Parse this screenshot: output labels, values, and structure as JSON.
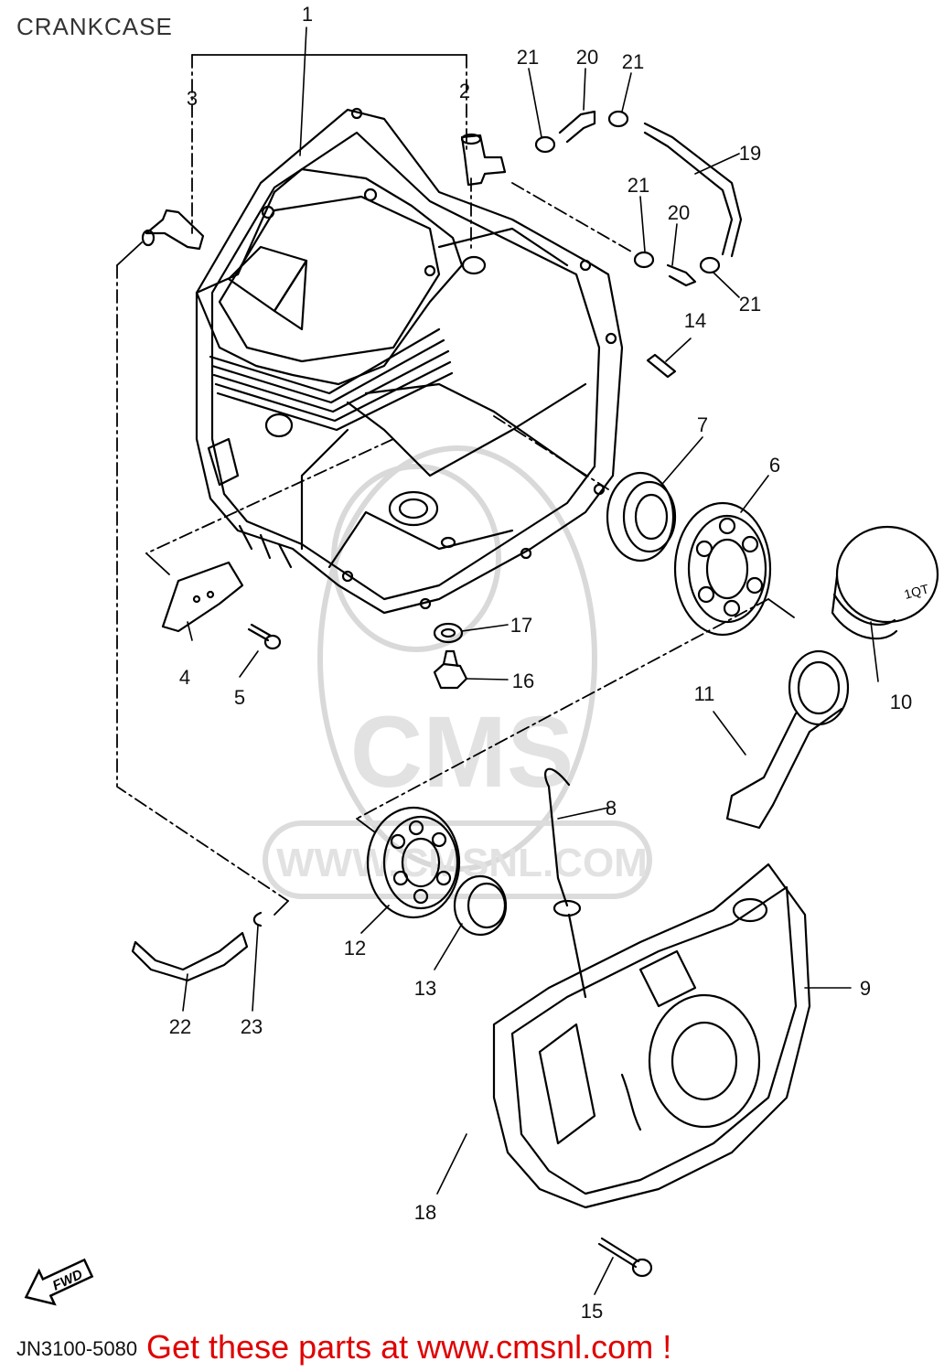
{
  "title": "CRANKCASE",
  "part_numbers": {
    "p1": "1",
    "p2": "2",
    "p3": "3",
    "p4": "4",
    "p5": "5",
    "p6": "6",
    "p7": "7",
    "p8": "8",
    "p9": "9",
    "p10": "10",
    "p11": "11",
    "p12": "12",
    "p13": "13",
    "p14": "14",
    "p15": "15",
    "p16": "16",
    "p17": "17",
    "p18": "18",
    "p19": "19",
    "p20a": "20",
    "p20b": "20",
    "p21a": "21",
    "p21b": "21",
    "p21c": "21",
    "p21d": "21",
    "p22": "22",
    "p23": "23"
  },
  "watermark": {
    "main": "CMS",
    "url": "WWW.CMSNL.COM"
  },
  "cap_marking": "1QT",
  "fwd_label": "FWD",
  "diagram_code": "JN3100-5080",
  "cta": "Get these parts at www.cmsnl.com !"
}
